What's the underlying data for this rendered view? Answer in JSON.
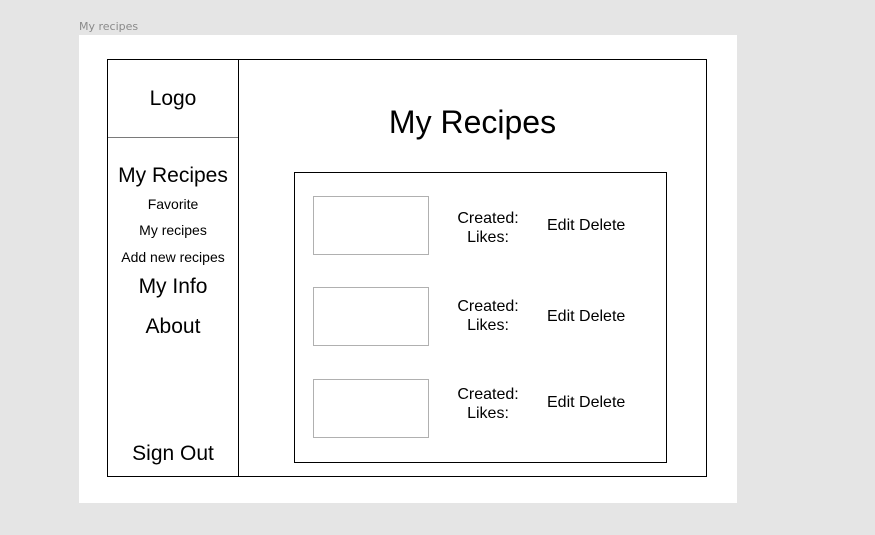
{
  "frame_label": "My recipes",
  "sidebar": {
    "logo": "Logo",
    "section_title": "My Recipes",
    "sub_items": [
      "Favorite",
      "My recipes",
      "Add new recipes"
    ],
    "my_info": "My Info",
    "about": "About",
    "sign_out": "Sign Out"
  },
  "main": {
    "title": "My Recipes",
    "recipes": [
      {
        "created_label": "Created:",
        "likes_label": "Likes:",
        "edit_label": "Edit",
        "delete_label": "Delete"
      },
      {
        "created_label": "Created:",
        "likes_label": "Likes:",
        "edit_label": "Edit",
        "delete_label": "Delete"
      },
      {
        "created_label": "Created:",
        "likes_label": "Likes:",
        "edit_label": "Edit",
        "delete_label": "Delete"
      }
    ]
  }
}
